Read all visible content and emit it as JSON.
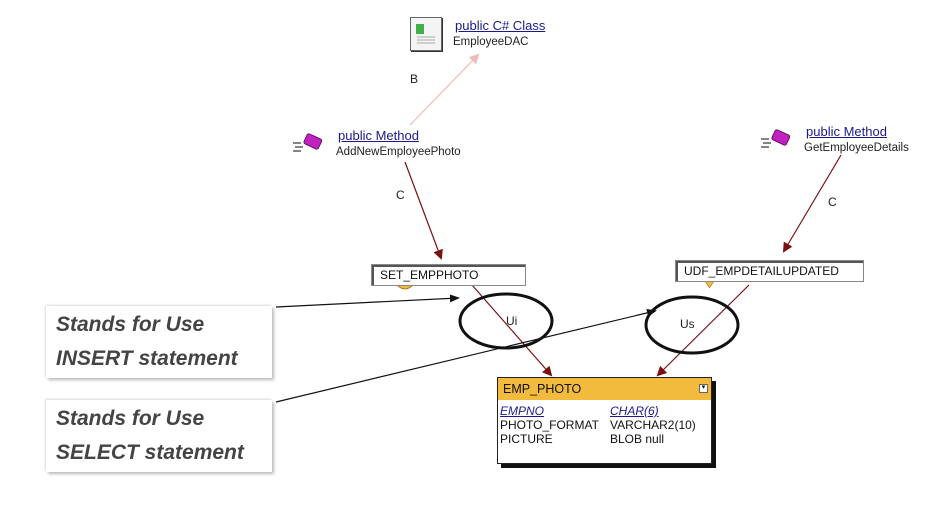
{
  "nodes": {
    "class": {
      "stereotype": "public C# Class",
      "name": "EmployeeDAC"
    },
    "method_add": {
      "stereotype": "public Method",
      "name": "AddNewEmployeePhoto"
    },
    "method_get": {
      "stereotype": "public Method",
      "name": "GetEmployeeDetails"
    },
    "proc_set": {
      "name": "SET_EMPPHOTO"
    },
    "proc_udf": {
      "name": "UDF_EMPDETAILUPDATED"
    }
  },
  "edges": {
    "b_label": "B",
    "c_label_left": "C",
    "c_label_right": "C",
    "ui_label": "Ui",
    "us_label": "Us"
  },
  "table": {
    "name": "EMP_PHOTO",
    "rows": [
      {
        "column": "EMPNO",
        "type": "CHAR(6)",
        "key": true
      },
      {
        "column": "PHOTO_FORMAT",
        "type": "VARCHAR2(10)",
        "key": false
      },
      {
        "column": "PICTURE",
        "type": "BLOB null",
        "key": false
      }
    ]
  },
  "callouts": {
    "insert": {
      "line1": "Stands for Use",
      "line2": "INSERT statement"
    },
    "select": {
      "line1": "Stands for Use",
      "line2": "SELECT statement"
    }
  },
  "colors": {
    "edge_dark": "#7a1010",
    "edge_light": "#f0b8b8",
    "table_header": "#f2bb3e",
    "link_text": "#1a1a8c"
  },
  "icons": [
    "class-file-icon",
    "method-icon",
    "method-icon"
  ]
}
